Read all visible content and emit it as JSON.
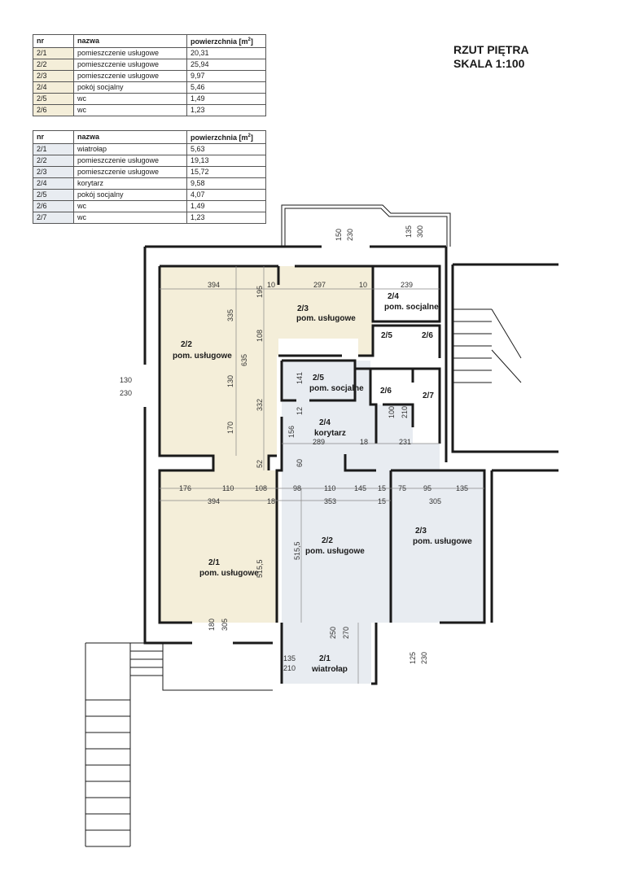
{
  "title": {
    "line1": "RZUT PIĘTRA",
    "line2": "SKALA  1:100"
  },
  "table_headers": {
    "nr": "nr",
    "nazwa": "nazwa",
    "area_prefix": "powierzchnia [m",
    "area_sup": "2",
    "area_suffix": "]"
  },
  "table_a": [
    {
      "nr": "2/1",
      "nazwa": "pomieszczenie usługowe",
      "area": "20,31"
    },
    {
      "nr": "2/2",
      "nazwa": "pomieszczenie usługowe",
      "area": "25,94"
    },
    {
      "nr": "2/3",
      "nazwa": "pomieszczenie usługowe",
      "area": "9,97"
    },
    {
      "nr": "2/4",
      "nazwa": "pokój socjalny",
      "area": "5,46"
    },
    {
      "nr": "2/5",
      "nazwa": "wc",
      "area": "1,49"
    },
    {
      "nr": "2/6",
      "nazwa": "wc",
      "area": "1,23"
    }
  ],
  "table_b": [
    {
      "nr": "2/1",
      "nazwa": "wiatrołap",
      "area": "5,63"
    },
    {
      "nr": "2/2",
      "nazwa": "pomieszczenie usługowe",
      "area": "19,13"
    },
    {
      "nr": "2/3",
      "nazwa": "pomieszczenie usługowe",
      "area": "15,72"
    },
    {
      "nr": "2/4",
      "nazwa": "korytarz",
      "area": "9,58"
    },
    {
      "nr": "2/5",
      "nazwa": "pokój socjalny",
      "area": "4,07"
    },
    {
      "nr": "2/6",
      "nazwa": "wc",
      "area": "1,49"
    },
    {
      "nr": "2/7",
      "nazwa": "wc",
      "area": "1,23"
    }
  ],
  "plan": {
    "rooms": [
      {
        "id": "a-2-2",
        "num": "2/2",
        "name": "pom. usługowe"
      },
      {
        "id": "a-2-3",
        "num": "2/3",
        "name": "pom. usługowe"
      },
      {
        "id": "a-2-4",
        "num": "2/4",
        "name": "pom. socjalne"
      },
      {
        "id": "a-2-5",
        "num": "2/5",
        "name": ""
      },
      {
        "id": "a-2-6",
        "num": "2/6",
        "name": ""
      },
      {
        "id": "a-2-1",
        "num": "2/1",
        "name": "pom. usługowe"
      },
      {
        "id": "b-2-5",
        "num": "2/5",
        "name": "pom. socjalne"
      },
      {
        "id": "b-2-4",
        "num": "2/4",
        "name": "korytarz"
      },
      {
        "id": "b-2-6",
        "num": "2/6",
        "name": ""
      },
      {
        "id": "b-2-7",
        "num": "2/7",
        "name": ""
      },
      {
        "id": "b-2-2",
        "num": "2/2",
        "name": "pom. usługowe"
      },
      {
        "id": "b-2-3",
        "num": "2/3",
        "name": "pom. usługowe"
      },
      {
        "id": "b-2-1",
        "num": "2/1",
        "name": "wiatrołap"
      }
    ],
    "dims": [
      "394",
      "10",
      "297",
      "10",
      "239",
      "195",
      "335",
      "108",
      "130",
      "170",
      "332",
      "635",
      "52",
      "176",
      "110",
      "108",
      "394",
      "18",
      "515,5",
      "180",
      "305",
      "141",
      "12",
      "156",
      "60",
      "289",
      "18",
      "231",
      "98",
      "110",
      "145",
      "15",
      "353",
      "15",
      "75",
      "95",
      "135",
      "305",
      "515,5",
      "250",
      "270",
      "135",
      "210",
      "100",
      "210",
      "150",
      "230",
      "135",
      "300",
      "130",
      "230",
      "125",
      "230"
    ],
    "colors": {
      "zone_a": "#f4eed9",
      "zone_b": "#e8ecf1",
      "wall": "#1a1a1a",
      "dim_line": "#888888"
    }
  }
}
